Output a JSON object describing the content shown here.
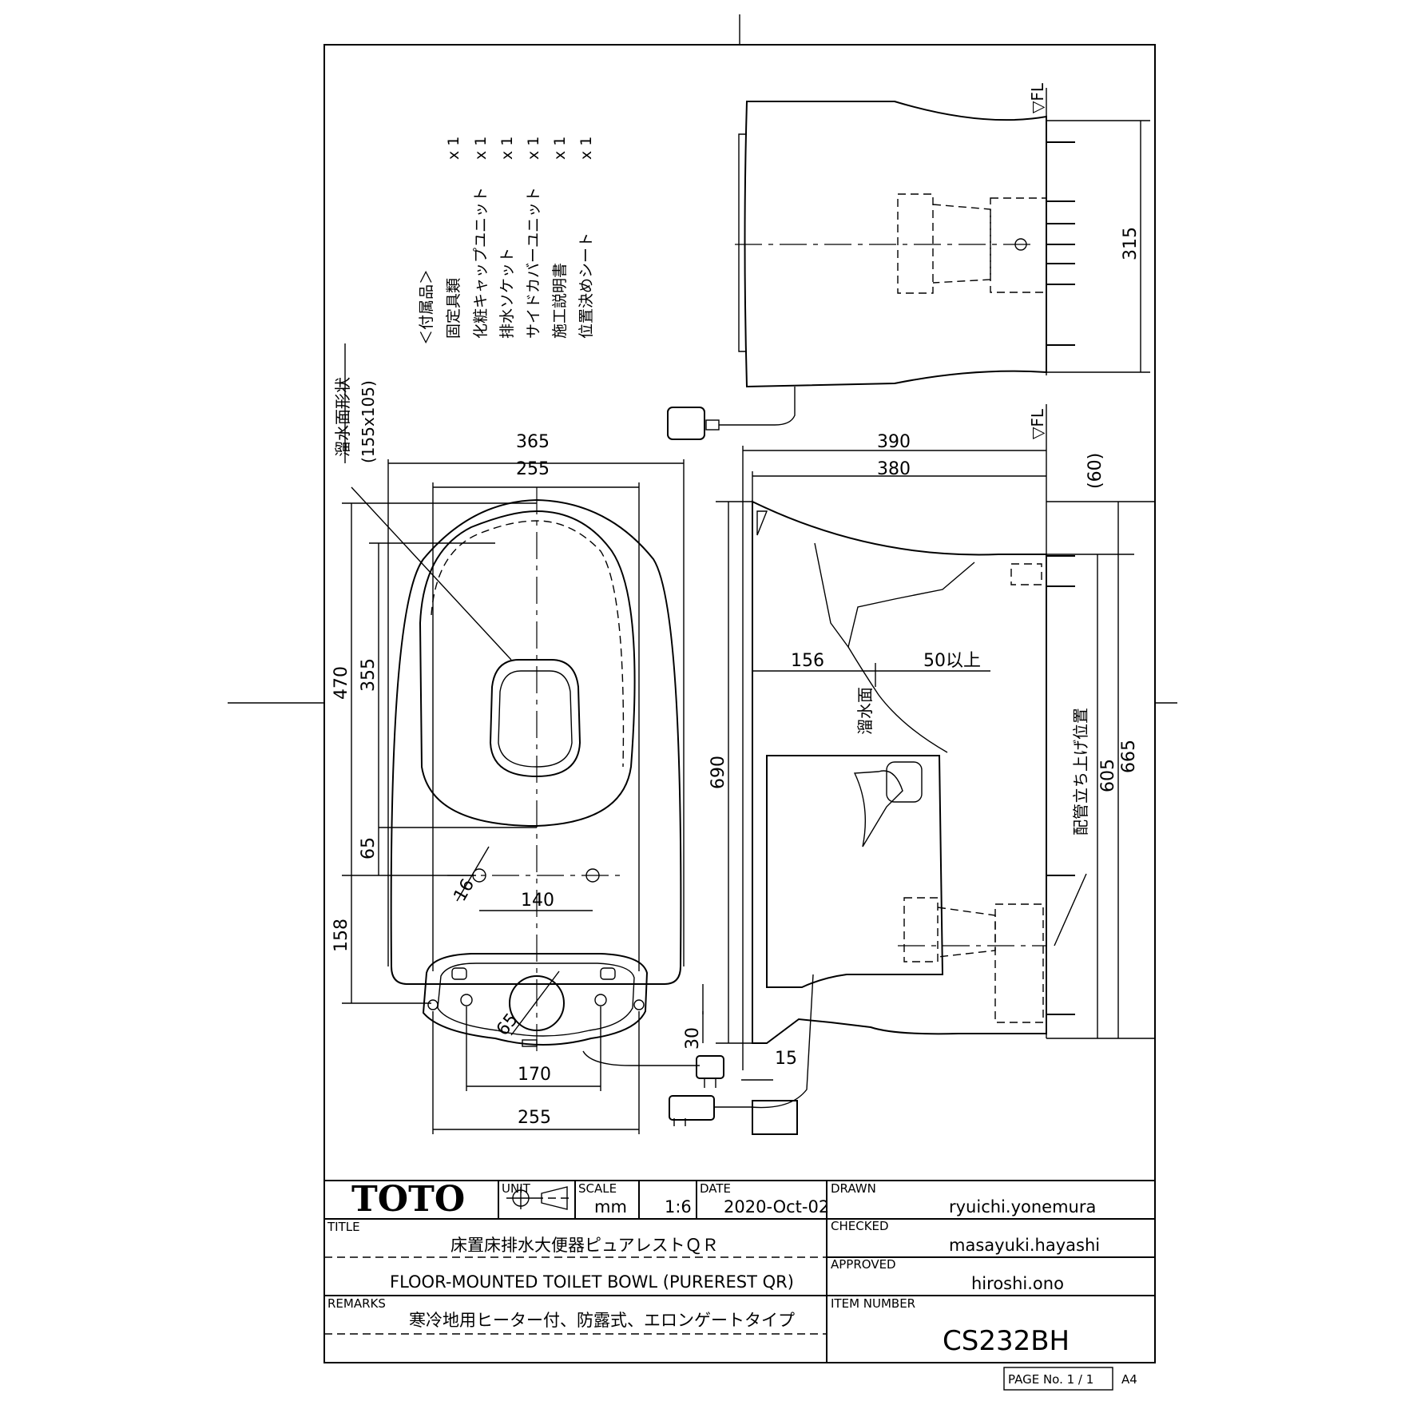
{
  "accessories": {
    "heading": "＜付属品＞",
    "items": [
      {
        "name": "固定具類",
        "qty": "x 1"
      },
      {
        "name": "化粧キャップユニット",
        "qty": "x 1"
      },
      {
        "name": "排水ソケット",
        "qty": "x 1"
      },
      {
        "name": "サイドカバーユニット",
        "qty": "x 1"
      },
      {
        "name": "施工説明書",
        "qty": "x 1"
      },
      {
        "name": "位置決めシート",
        "qty": "x 1"
      }
    ]
  },
  "labels": {
    "fl_top": "▽FL",
    "fl_mid": "▽FL",
    "water_surface_shape": "溜水面形状",
    "water_surface_size": "(155x105)",
    "water_surface": "溜水面",
    "pipe_rise_position": "配管立ち上げ位置"
  },
  "dimensions": {
    "d365": "365",
    "d255_top": "255",
    "d390": "390",
    "d380": "380",
    "d60": "(60)",
    "d315": "315",
    "d470": "470",
    "d355": "355",
    "d65_left": "65",
    "d158": "158",
    "d16": "16",
    "d140": "140",
    "d65_hole": "65",
    "d30": "30",
    "d170": "170",
    "d255_bottom": "255",
    "d15": "15",
    "d690": "690",
    "d156": "156",
    "d50": "50以上",
    "d605": "605",
    "d665": "665"
  },
  "title_block": {
    "brand": "TOTO",
    "unit_label": "UNIT",
    "unit_value": "mm",
    "scale_label": "SCALE",
    "scale_value": "1:6",
    "date_label": "DATE",
    "date_value": "2020-Oct-02",
    "drawn_label": "DRAWN",
    "drawn_value": "ryuichi.yonemura",
    "checked_label": "CHECKED",
    "checked_value": "masayuki.hayashi",
    "approved_label": "APPROVED",
    "approved_value": "hiroshi.ono",
    "title_label": "TITLE",
    "title_jp": "床置床排水大便器ピュアレストＱＲ",
    "title_en": "FLOOR-MOUNTED TOILET BOWL (PUREREST QR)",
    "remarks_label": "REMARKS",
    "remarks_value": "寒冷地用ヒーター付、防露式、エロンゲートタイプ",
    "item_label": "ITEM NUMBER",
    "item_value": "CS232BH",
    "page_label": "PAGE No. 1 / 1",
    "paper_size": "A4"
  }
}
